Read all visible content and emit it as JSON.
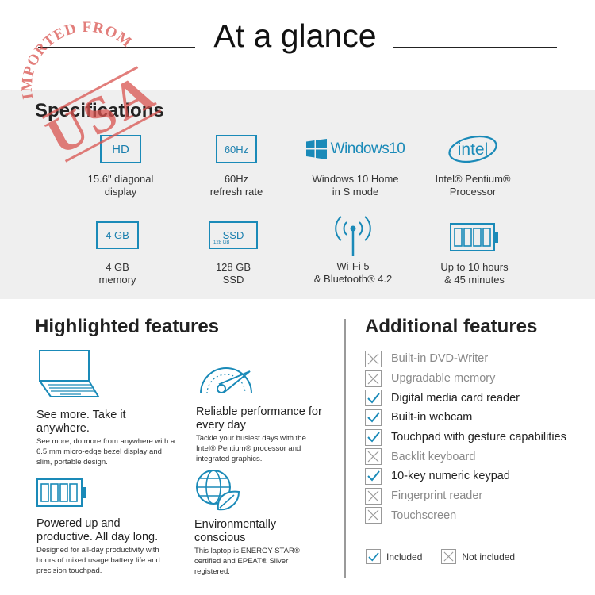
{
  "page": {
    "title": "At a glance",
    "stamp_text_top": "IMPORTED FROM",
    "stamp_text_main": "USA",
    "accent_color": "#1a8ab8",
    "stamp_color": "#d9534f"
  },
  "specifications": {
    "title": "Specifications",
    "items": [
      {
        "icon": "hd-display-icon",
        "icon_text": "HD",
        "label": "15.6\" diagonal\ndisplay"
      },
      {
        "icon": "refresh-rate-icon",
        "icon_text": "60Hz",
        "label": "60Hz\nrefresh rate"
      },
      {
        "icon": "windows-logo-icon",
        "icon_text": "Windows10",
        "label": "Windows 10 Home\nin S mode"
      },
      {
        "icon": "intel-logo-icon",
        "icon_text": "intel",
        "label": "Intel® Pentium®\nProcessor"
      },
      {
        "icon": "memory-icon",
        "icon_text": "4 GB",
        "label": "4 GB\nmemory"
      },
      {
        "icon": "ssd-icon",
        "icon_text": "SSD",
        "icon_subtext": "128 GB",
        "label": "128 GB\nSSD"
      },
      {
        "icon": "wifi-antenna-icon",
        "label": "Wi-Fi 5\n& Bluetooth® 4.2"
      },
      {
        "icon": "battery-icon",
        "label": "Up to 10 hours\n& 45 minutes"
      }
    ]
  },
  "highlighted": {
    "title": "Highlighted features",
    "items": [
      {
        "icon": "laptop-icon",
        "head": "See more. Take it anywhere.",
        "body": "See more, do more from anywhere with a 6.5 mm micro-edge bezel display and slim, portable design."
      },
      {
        "icon": "speedometer-icon",
        "head": "Reliable performance for every day",
        "body": "Tackle your busiest days with the Intel® Pentium® processor and integrated graphics."
      },
      {
        "icon": "battery-icon",
        "head": "Powered up and productive. All day long.",
        "body": "Designed for all-day productivity with hours of mixed usage battery life and precision touchpad."
      },
      {
        "icon": "globe-leaf-icon",
        "head": "Environmentally conscious",
        "body": "This laptop is ENERGY STAR® certified and EPEAT® Silver registered."
      }
    ]
  },
  "additional": {
    "title": "Additional features",
    "items": [
      {
        "label": "Built-in DVD-Writer",
        "included": false
      },
      {
        "label": "Upgradable memory",
        "included": false
      },
      {
        "label": "Digital media card reader",
        "included": true
      },
      {
        "label": "Built-in webcam",
        "included": true
      },
      {
        "label": "Touchpad with gesture capabilities",
        "included": true
      },
      {
        "label": "Backlit keyboard",
        "included": false
      },
      {
        "label": "10-key numeric keypad",
        "included": true
      },
      {
        "label": "Fingerprint reader",
        "included": false
      },
      {
        "label": "Touchscreen",
        "included": false
      }
    ],
    "legend": {
      "included": "Included",
      "not_included": "Not included"
    }
  }
}
